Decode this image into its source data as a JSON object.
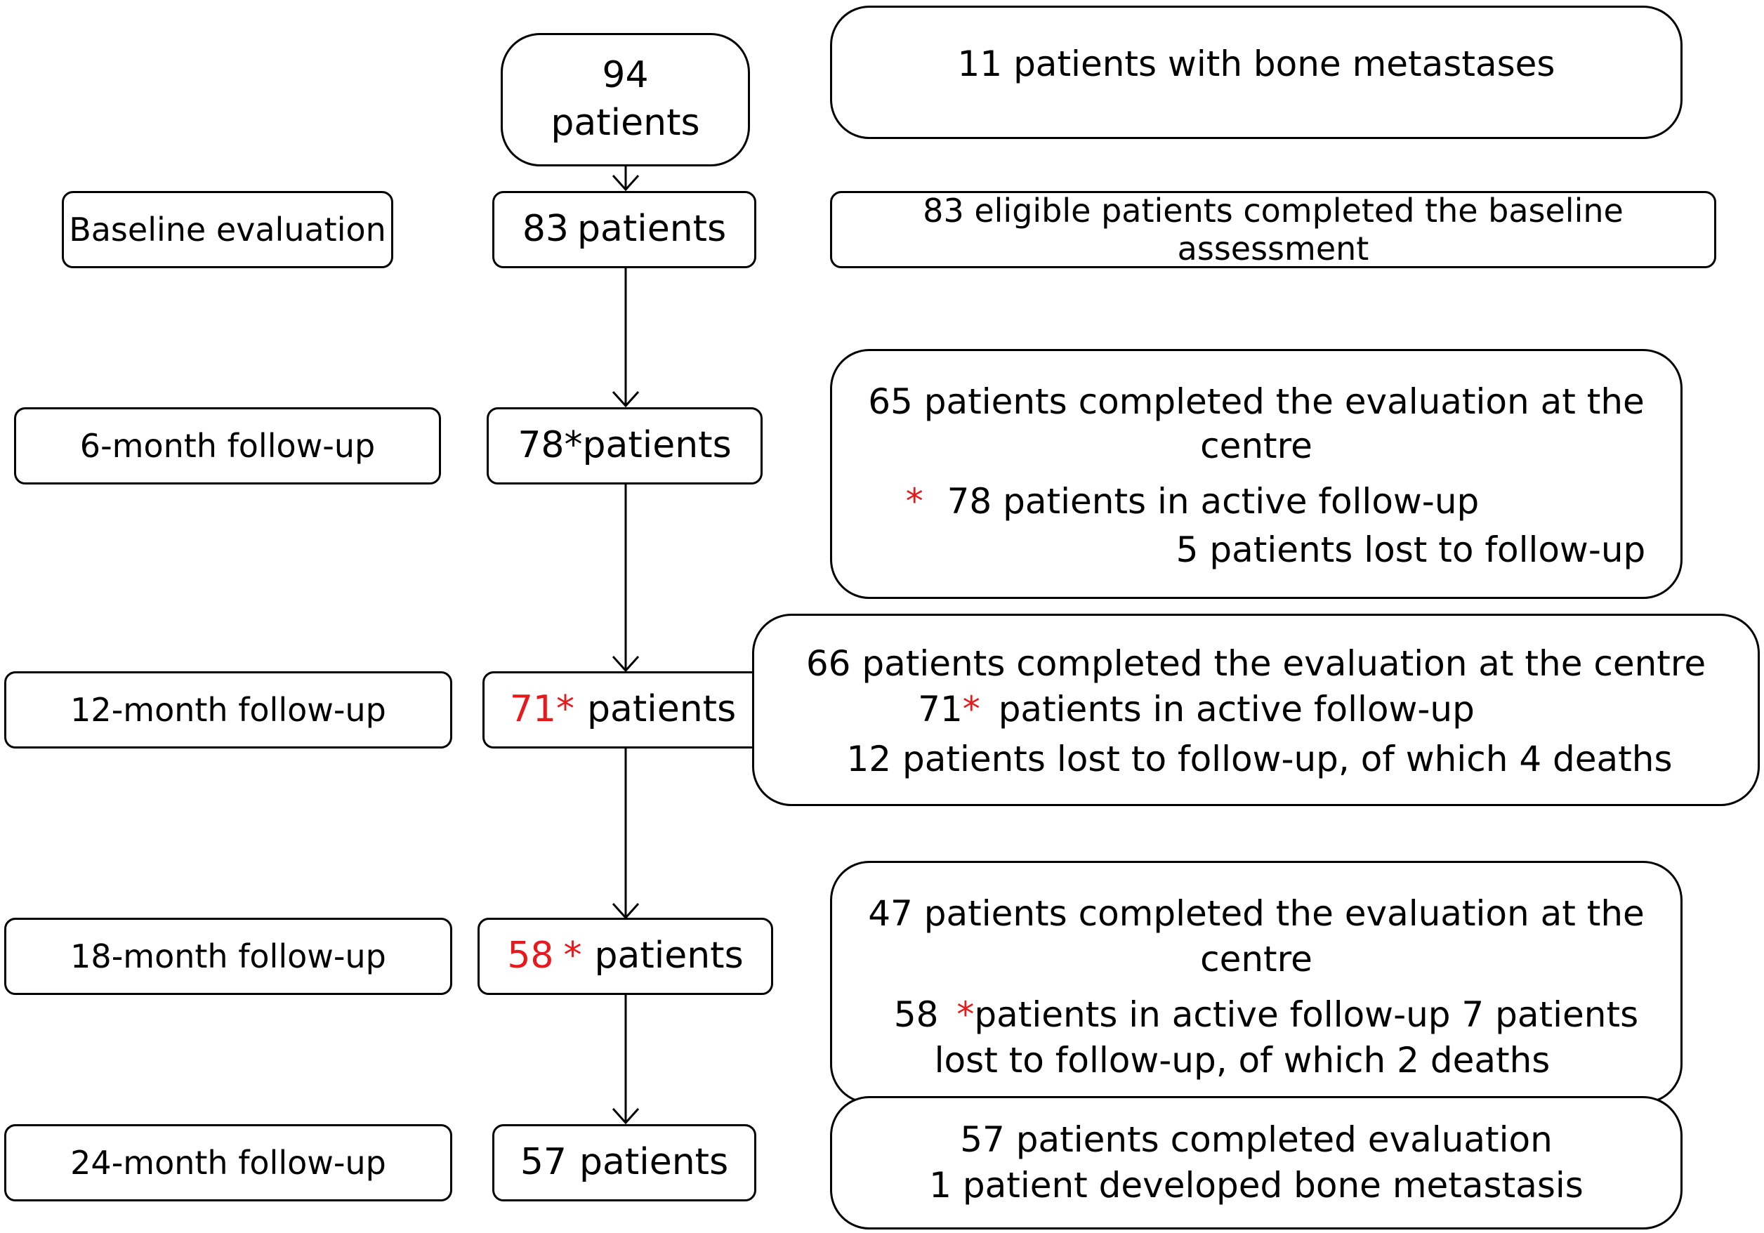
{
  "colors": {
    "line": "#000000",
    "accent": "#e8191c"
  },
  "top": {
    "count": "94",
    "word": "patients"
  },
  "metastases_note": "11 patients with bone metastases",
  "stages": [
    {
      "label": "Baseline evaluation",
      "count_num": "83",
      "count_star": "",
      "count_word": "patients",
      "count_num_red": false,
      "desc_lines": [
        "83 eligible patients completed the baseline assessment"
      ]
    },
    {
      "label": "6-month follow-up",
      "count_num": "78",
      "count_star": "*",
      "count_word": "patients",
      "count_num_red": false,
      "desc_lines": [
        "65 patients completed the evaluation at the",
        "centre",
        "78 patients in active follow-up",
        "5 patients lost to follow-up"
      ],
      "desc_star": "*"
    },
    {
      "label": "12-month follow-up",
      "count_num": "71",
      "count_star": "*",
      "count_word": "patients",
      "count_num_red": true,
      "desc_lines": [
        "66 patients completed the evaluation at the centre",
        "71",
        "patients in active follow-up",
        "12 patients lost to follow-up, of which 4 deaths"
      ],
      "desc_star": "*"
    },
    {
      "label": "18-month follow-up",
      "count_num": "58",
      "count_star": "*",
      "count_word": "patients",
      "count_num_red": true,
      "desc_lines": [
        "47 patients completed the evaluation at the",
        "centre",
        "58",
        "patients in active follow-up 7 patients",
        "lost to follow-up, of which 2 deaths"
      ],
      "desc_star": "*"
    },
    {
      "label": "24-month follow-up",
      "count_num": "57",
      "count_star": "",
      "count_word": "patients",
      "count_num_red": false,
      "desc_lines": [
        "57 patients completed evaluation",
        "1 patient developed bone metastasis"
      ]
    }
  ]
}
